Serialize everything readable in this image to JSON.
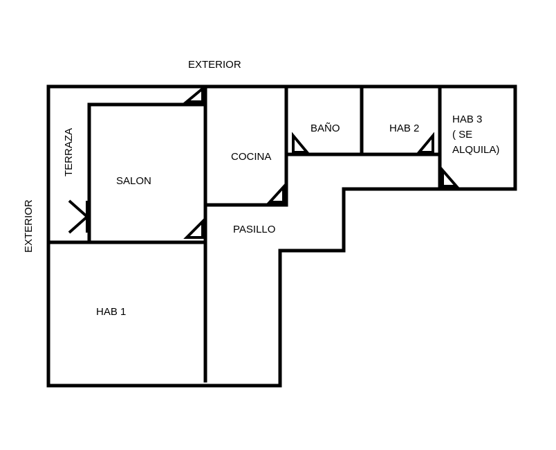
{
  "labels": {
    "exterior_top": "EXTERIOR",
    "exterior_left": "EXTERIOR",
    "terraza": "TERRAZA",
    "salon": "SALON",
    "cocina": "COCINA",
    "bano": "BAÑO",
    "hab2": "HAB 2",
    "hab3": [
      "HAB 3",
      "( SE",
      "ALQUILA)"
    ],
    "pasillo": "PASILLO",
    "hab1": "HAB 1"
  }
}
